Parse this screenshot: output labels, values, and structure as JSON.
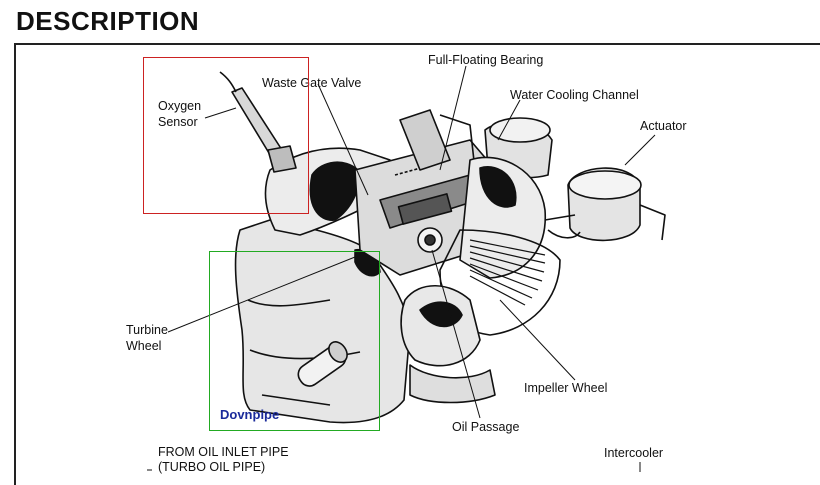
{
  "title": "DESCRIPTION",
  "labels": {
    "oxygen_sensor": "Oxygen\nSensor",
    "waste_gate_valve": "Waste Gate Valve",
    "full_floating_bearing": "Full-Floating Bearing",
    "water_cooling_channel": "Water Cooling Channel",
    "actuator": "Actuator",
    "turbine_wheel": "Turbine\nWheel",
    "impeller_wheel": "Impeller Wheel",
    "oil_passage": "Oil Passage",
    "intercooler": "Intercooler"
  },
  "highlights": {
    "oxygen_box_color": "#cc2222",
    "downpipe_box_color": "#22aa22",
    "downpipe_label": "Dovnpipe",
    "downpipe_label_color": "#1a2a9a"
  },
  "caption": {
    "line1": "FROM OIL INLET PIPE",
    "line2": "(TURBO OIL PIPE)"
  }
}
